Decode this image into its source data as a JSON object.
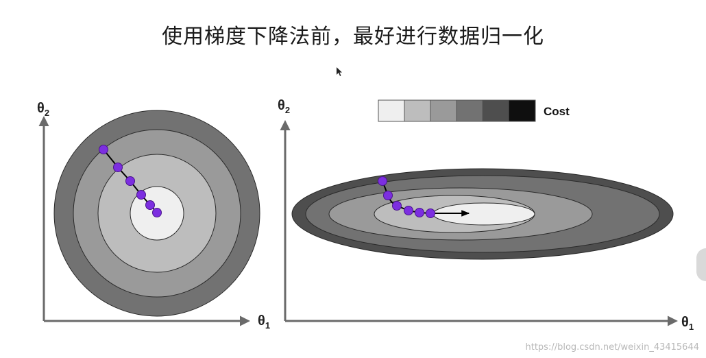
{
  "title": "使用梯度下降法前，最好进行数据归一化",
  "watermark": "https://blog.csdn.net/weixin_43415644",
  "colors": {
    "level1": "#efefef",
    "level2": "#bdbdbd",
    "level3": "#9a9a9a",
    "level4": "#727272",
    "level5": "#4e4e4e",
    "level6": "#0f0f0f",
    "contour_line": "#2a2a2a",
    "axis": "#6a6a6a",
    "step_point": "#7c2ee0",
    "step_point_edge": "#4a148c",
    "path": "#000000"
  },
  "left_plot": {
    "x_axis_label": "θ",
    "x_axis_subscript": "1",
    "y_axis_label": "θ",
    "y_axis_subscript": "2"
  },
  "right_plot": {
    "x_axis_label": "θ",
    "x_axis_subscript": "1",
    "y_axis_label": "θ",
    "y_axis_subscript": "2"
  },
  "legend": {
    "label": "Cost",
    "swatch_colors": [
      "#efefef",
      "#bdbdbd",
      "#9a9a9a",
      "#727272",
      "#4e4e4e",
      "#0f0f0f"
    ]
  }
}
